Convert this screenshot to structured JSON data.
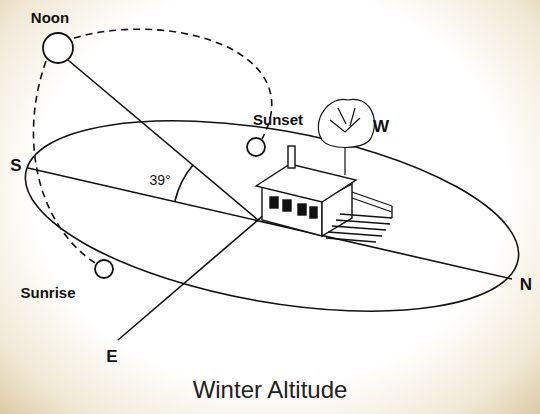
{
  "diagram": {
    "caption": "Winter Altitude",
    "labels": [
      "Noon",
      "Sunset",
      "W",
      "S",
      "39°",
      "Sunrise",
      "E",
      "N"
    ]
  }
}
